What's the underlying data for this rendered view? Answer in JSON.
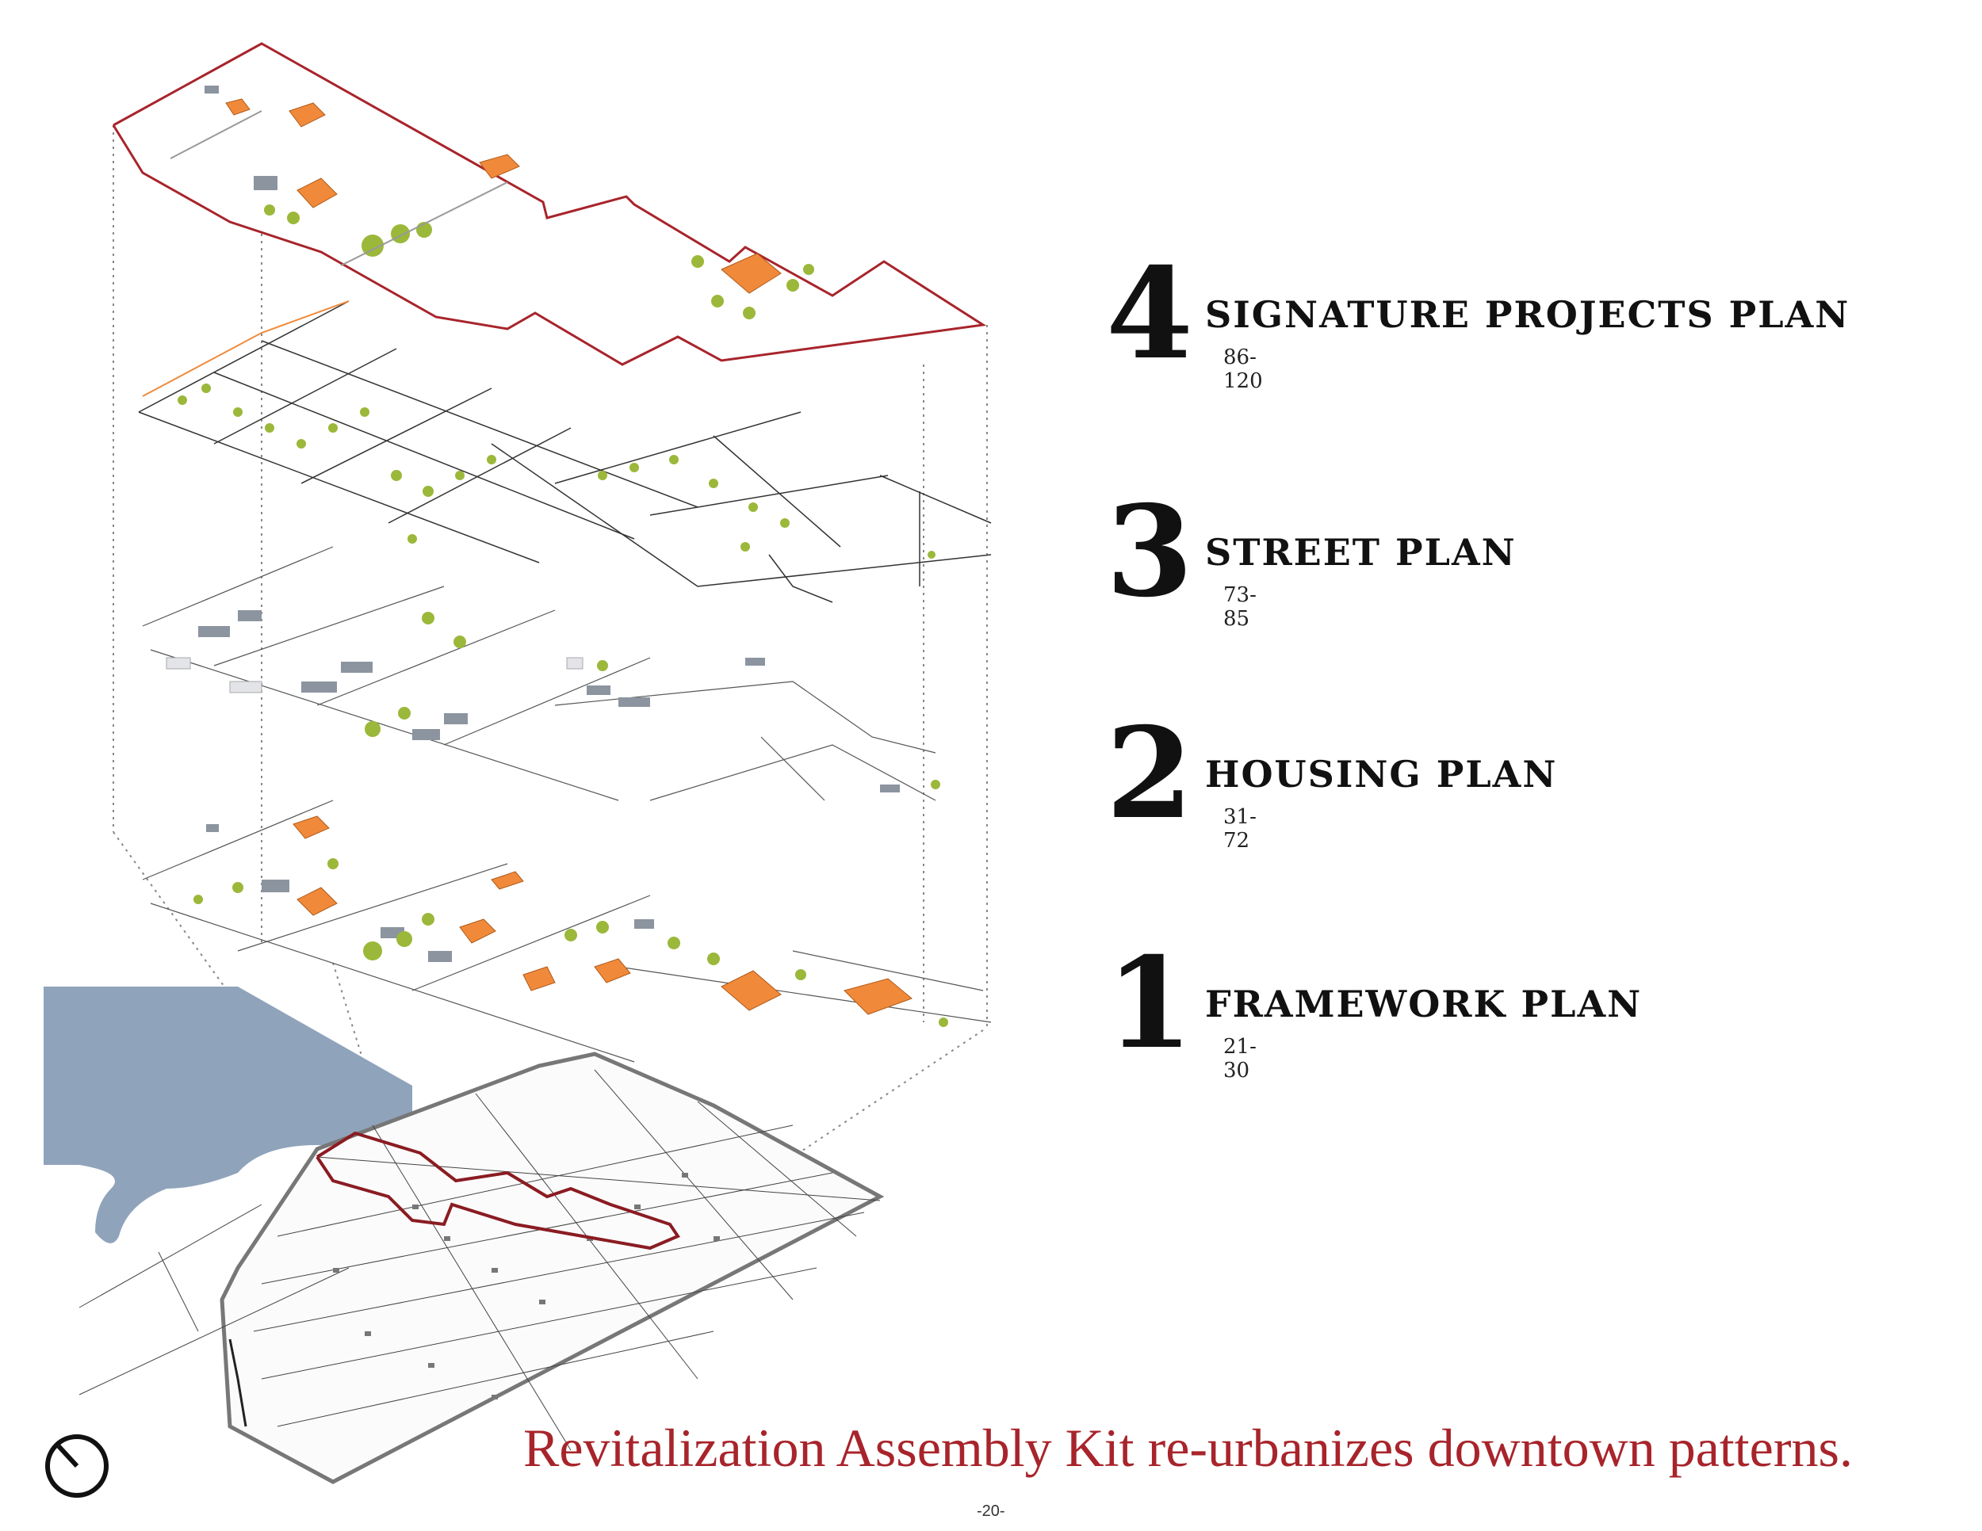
{
  "layers": [
    {
      "number": "4",
      "title": "Signature Projects Plan",
      "pages": "86-120"
    },
    {
      "number": "3",
      "title": "Street Plan",
      "pages": "73-85"
    },
    {
      "number": "2",
      "title": "Housing Plan",
      "pages": "31-72"
    },
    {
      "number": "1",
      "title": "Framework Plan",
      "pages": "21-30"
    }
  ],
  "caption": "Revitalization Assembly Kit re-urbanizes downtown patterns.",
  "page_number": "-20-",
  "icons": [
    "north-arrow-icon"
  ],
  "colors": {
    "accent_red": "#a8242b",
    "project_orange": "#f08a3a",
    "tree_green": "#9bb83a",
    "building_gray": "#8c94a0",
    "water_blue": "#8fa3bb"
  }
}
